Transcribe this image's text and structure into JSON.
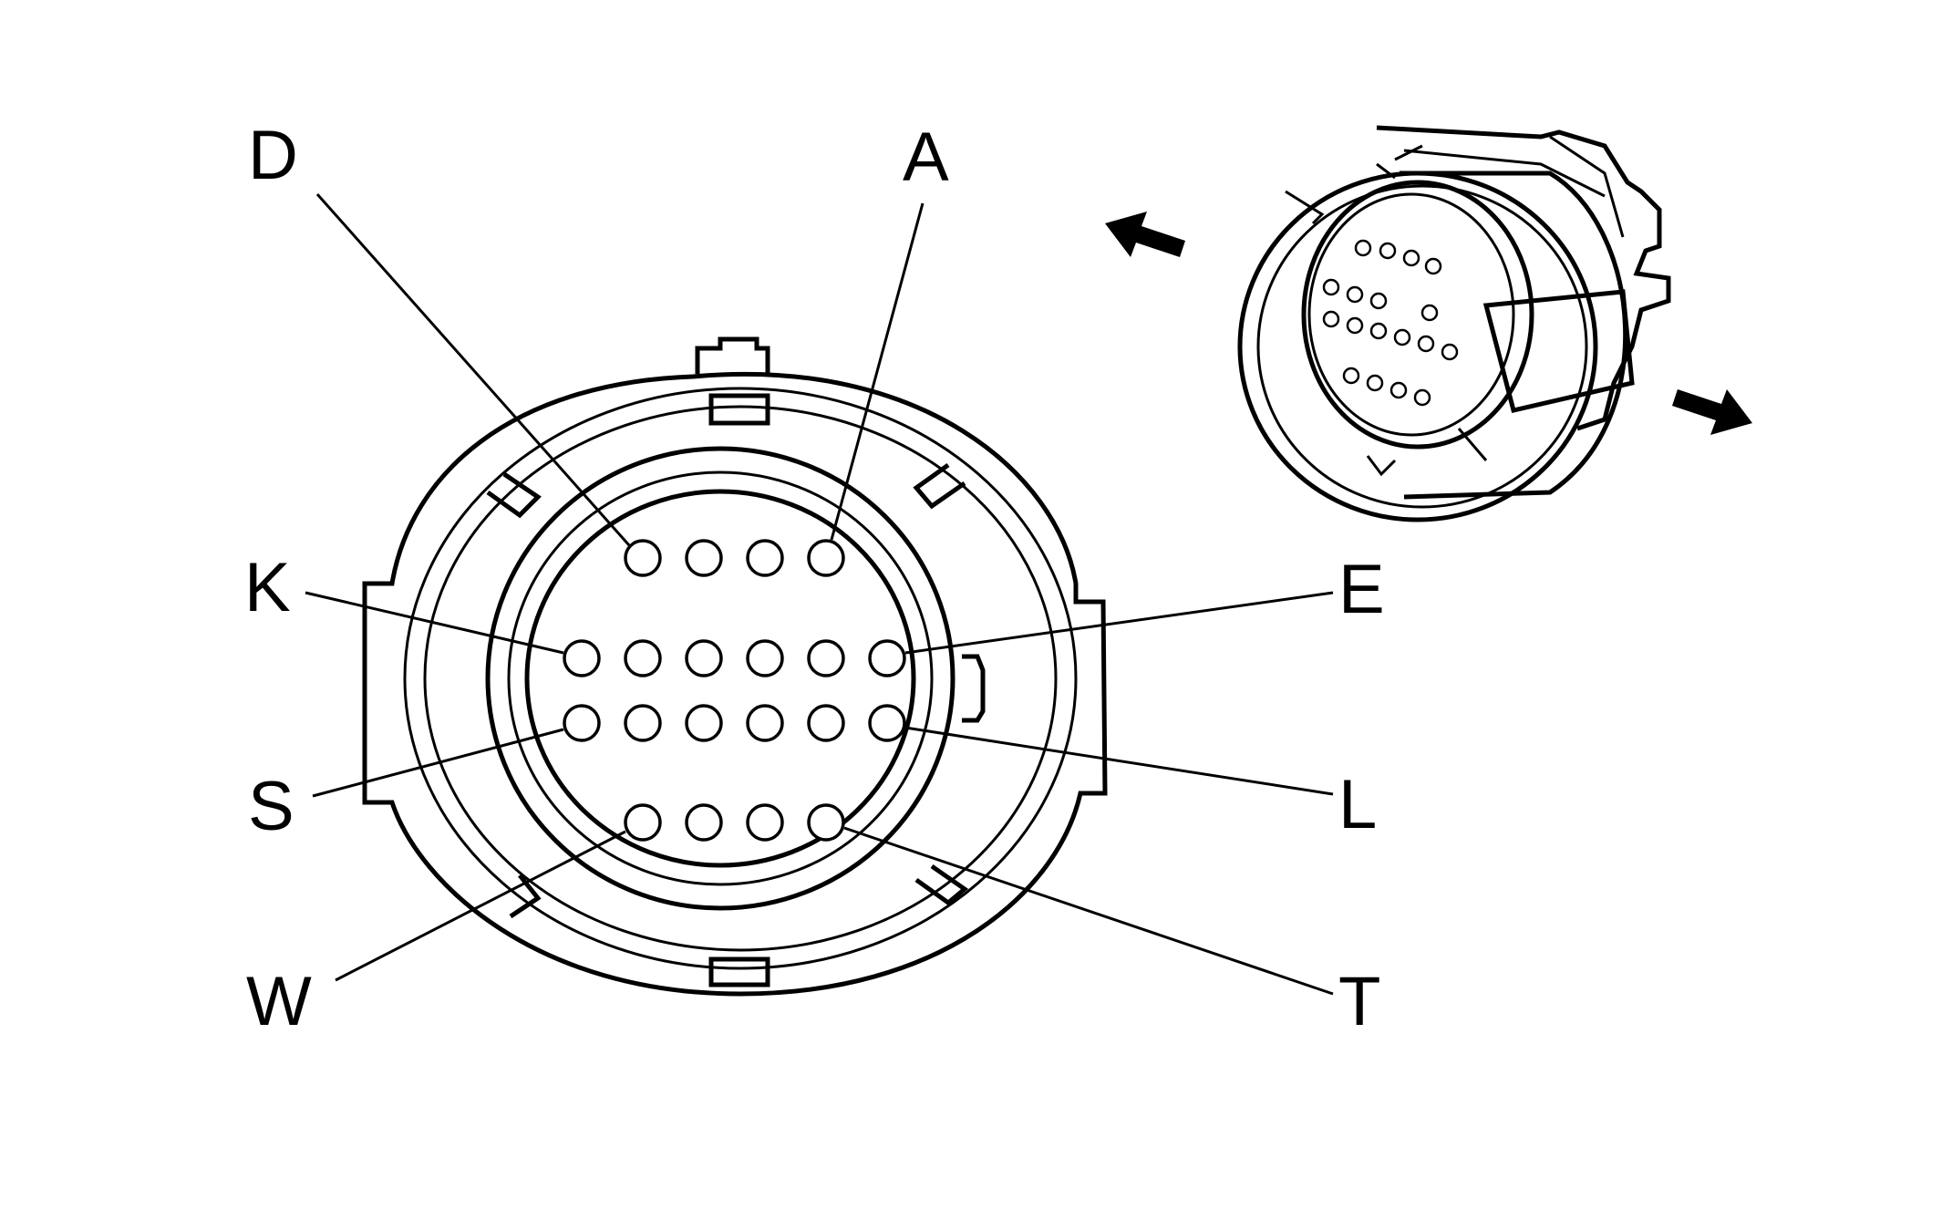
{
  "labels": {
    "D": "D",
    "A": "A",
    "K": "K",
    "E": "E",
    "S": "S",
    "L": "L",
    "W": "W",
    "T": "T"
  },
  "pin_count": 20,
  "pin_rows": [
    4,
    6,
    6,
    4
  ],
  "colors": {
    "line": "#000000",
    "background": "#ffffff"
  }
}
